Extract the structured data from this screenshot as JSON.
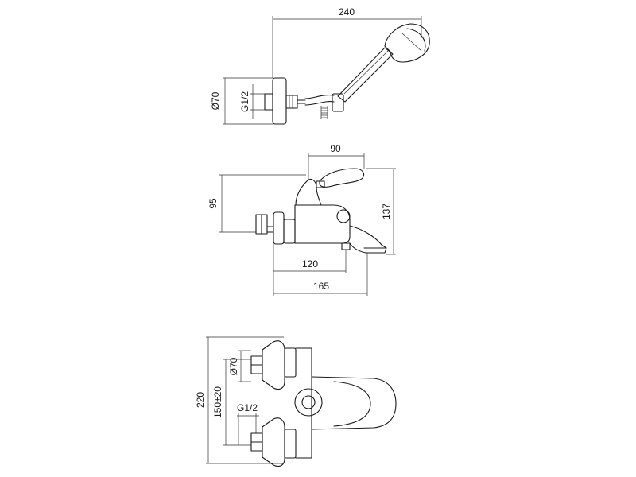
{
  "dimensions": {
    "top_width": "240",
    "top_diameter": "Ø70",
    "top_thread": "G1/2",
    "side_lever": "90",
    "side_height_left": "95",
    "side_height_right": "137",
    "side_spout_120": "120",
    "side_spout_165": "165",
    "bottom_total": "220",
    "bottom_centers": "150±20",
    "bottom_diameter": "Ø70",
    "bottom_thread": "G1/2"
  }
}
